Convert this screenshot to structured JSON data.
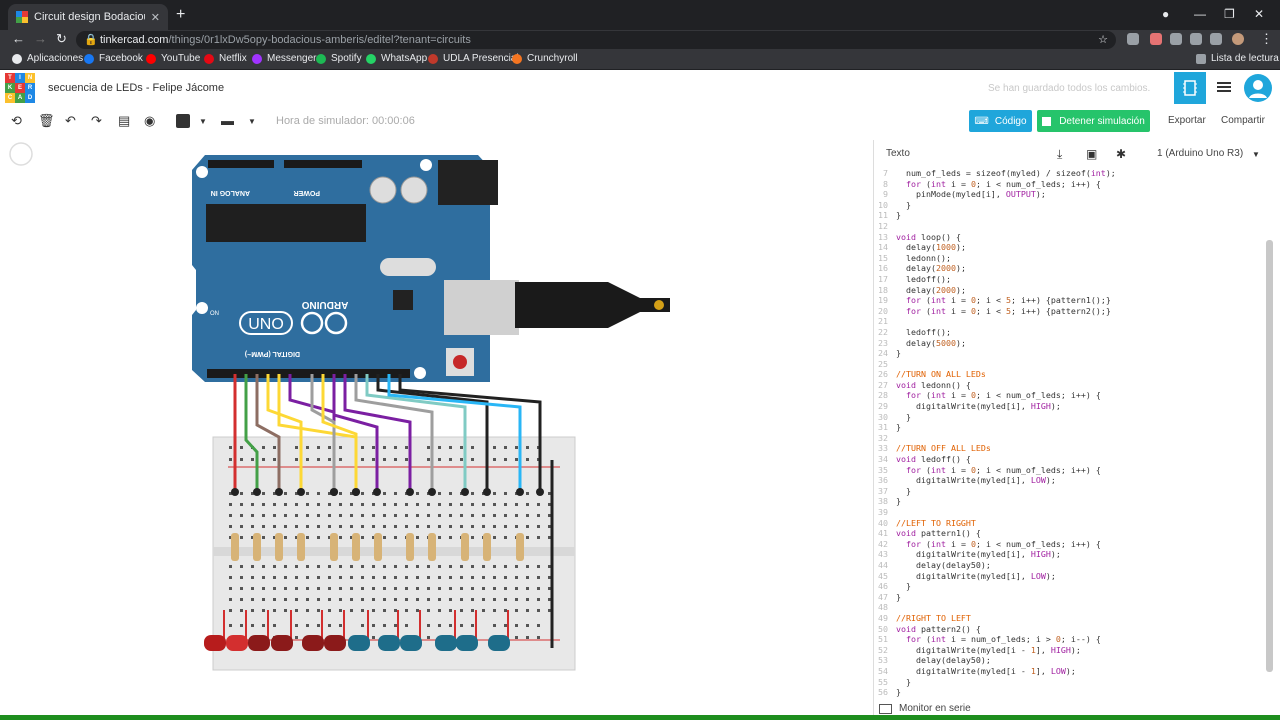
{
  "browser": {
    "tab_title": "Circuit design Bodacious Amberis",
    "url_host": "tinkercad.com",
    "url_path": "/things/0r1lxDw5opy-bodacious-amberis/editel?tenant=circuits",
    "bookmarks": [
      {
        "label": "Aplicaciones",
        "color": "#e8eaed"
      },
      {
        "label": "Facebook",
        "color": "#1877f2"
      },
      {
        "label": "YouTube",
        "color": "#ff0000"
      },
      {
        "label": "Netflix",
        "color": "#e50914"
      },
      {
        "label": "Messenger",
        "color": "#a033ff"
      },
      {
        "label": "Spotify",
        "color": "#1db954"
      },
      {
        "label": "WhatsApp",
        "color": "#25d366"
      },
      {
        "label": "UDLA Presencial",
        "color": "#c0392b"
      },
      {
        "label": "Crunchyroll",
        "color": "#f47521"
      }
    ],
    "reading_list": "Lista de lectura"
  },
  "app": {
    "logo_letters": [
      "T",
      "I",
      "N",
      "K",
      "E",
      "R",
      "C",
      "A",
      "D"
    ],
    "project_title": "secuencia de LEDs - Felipe Jácome",
    "saved_status": "Se han guardado todos los cambios.",
    "sim_time": "Hora de simulador: 00:00:06",
    "code_button": "Código",
    "stop_button": "Detener simulación",
    "export": "Exportar",
    "share": "Compartir",
    "accent": "#1fa6db",
    "stop_color": "#26c46b"
  },
  "code_panel": {
    "mode": "Texto",
    "device": "1 (Arduino Uno R3)",
    "monitor": "Monitor en serie",
    "lines": [
      {
        "n": "7",
        "t": "  num_of_leds = sizeof(myled) / sizeof(int);"
      },
      {
        "n": "8",
        "t": "  for (int i = 0; i < num_of_leds; i++) {"
      },
      {
        "n": "9",
        "t": "    pinMode(myled[i], OUTPUT);"
      },
      {
        "n": "10",
        "t": "  }"
      },
      {
        "n": "11",
        "t": "}"
      },
      {
        "n": "12",
        "t": ""
      },
      {
        "n": "13",
        "t": "void loop() {"
      },
      {
        "n": "14",
        "t": "  delay(1000);"
      },
      {
        "n": "15",
        "t": "  ledonn();"
      },
      {
        "n": "16",
        "t": "  delay(2000);"
      },
      {
        "n": "17",
        "t": "  ledoff();"
      },
      {
        "n": "18",
        "t": "  delay(2000);"
      },
      {
        "n": "19",
        "t": "  for (int i = 0; i < 5; i++) {pattern1();}"
      },
      {
        "n": "20",
        "t": "  for (int i = 0; i < 5; i++) {pattern2();}"
      },
      {
        "n": "21",
        "t": ""
      },
      {
        "n": "22",
        "t": "  ledoff();"
      },
      {
        "n": "23",
        "t": "  delay(5000);"
      },
      {
        "n": "24",
        "t": "}"
      },
      {
        "n": "25",
        "t": ""
      },
      {
        "n": "26",
        "t": "//TURN ON ALL LEDs"
      },
      {
        "n": "27",
        "t": "void ledonn() {"
      },
      {
        "n": "28",
        "t": "  for (int i = 0; i < num_of_leds; i++) {"
      },
      {
        "n": "29",
        "t": "    digitalWrite(myled[i], HIGH);"
      },
      {
        "n": "30",
        "t": "  }"
      },
      {
        "n": "31",
        "t": "}"
      },
      {
        "n": "32",
        "t": ""
      },
      {
        "n": "33",
        "t": "//TURN OFF ALL LEDs"
      },
      {
        "n": "34",
        "t": "void ledoff() {"
      },
      {
        "n": "35",
        "t": "  for (int i = 0; i < num_of_leds; i++) {"
      },
      {
        "n": "36",
        "t": "    digitalWrite(myled[i], LOW);"
      },
      {
        "n": "37",
        "t": "  }"
      },
      {
        "n": "38",
        "t": "}"
      },
      {
        "n": "39",
        "t": ""
      },
      {
        "n": "40",
        "t": "//LEFT TO RIGGHT"
      },
      {
        "n": "41",
        "t": "void pattern1() {"
      },
      {
        "n": "42",
        "t": "  for (int i = 0; i < num_of_leds; i++) {"
      },
      {
        "n": "43",
        "t": "    digitalWrite(myled[i], HIGH);"
      },
      {
        "n": "44",
        "t": "    delay(delay50);"
      },
      {
        "n": "45",
        "t": "    digitalWrite(myled[i], LOW);"
      },
      {
        "n": "46",
        "t": "  }"
      },
      {
        "n": "47",
        "t": "}"
      },
      {
        "n": "48",
        "t": ""
      },
      {
        "n": "49",
        "t": "//RIGHT TO LEFT"
      },
      {
        "n": "50",
        "t": "void pattern2() {"
      },
      {
        "n": "51",
        "t": "  for (int i = num_of_leds; i > 0; i--) {"
      },
      {
        "n": "52",
        "t": "    digitalWrite(myled[i - 1], HIGH);"
      },
      {
        "n": "53",
        "t": "    delay(delay50);"
      },
      {
        "n": "54",
        "t": "    digitalWrite(myled[i - 1], LOW);"
      },
      {
        "n": "55",
        "t": "  }"
      },
      {
        "n": "56",
        "t": "}"
      }
    ]
  },
  "circuit": {
    "board_name": "UNO",
    "board_brand": "ARDUINO",
    "digital_label": "DIGITAL (PWM~)",
    "analog_label": "ANALOG IN",
    "power_label": "POWER",
    "on_label": "ON",
    "wire_colors": [
      "#d32f2f",
      "#43a047",
      "#8d6e63",
      "#fdd835",
      "#fdd835",
      "#7b1fa2",
      "#9e9e9e",
      "#fdd835",
      "#7b1fa2",
      "#7b1fa2",
      "#9e9e9e",
      "#80cbc4",
      "#212121",
      "#29b6f6",
      "#212121"
    ],
    "led_colors": [
      "#b71c1c",
      "#d32f2f",
      "#8b1a1a",
      "#8b1a1a",
      "#8b1a1a",
      "#8b1a1a",
      "#1e6d8a",
      "#1e6d8a",
      "#1e6d8a",
      "#1e6d8a",
      "#1e6d8a",
      "#1e6d8a"
    ]
  }
}
